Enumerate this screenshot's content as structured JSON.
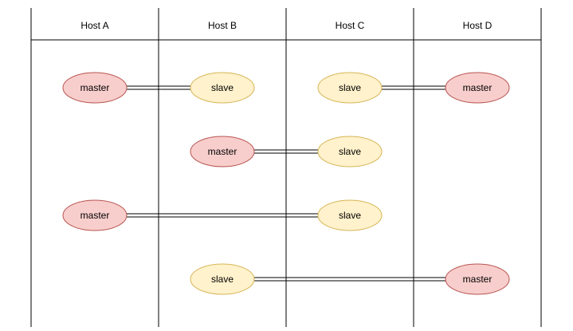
{
  "colors": {
    "master_fill": "#f8cecc",
    "master_stroke": "#b85450",
    "slave_fill": "#fff2cc",
    "slave_stroke": "#d6b656",
    "line": "#000000",
    "background": "#ffffff"
  },
  "hosts": [
    {
      "id": "A",
      "label": "Host A"
    },
    {
      "id": "B",
      "label": "Host B"
    },
    {
      "id": "C",
      "label": "Host C"
    },
    {
      "id": "D",
      "label": "Host D"
    }
  ],
  "rows": [
    {
      "nodes": [
        {
          "host": "A",
          "role": "master",
          "label": "master"
        },
        {
          "host": "B",
          "role": "slave",
          "label": "slave"
        }
      ],
      "links": [
        [
          "A",
          "B"
        ]
      ]
    },
    {
      "nodes": [
        {
          "host": "C",
          "role": "slave",
          "label": "slave"
        },
        {
          "host": "D",
          "role": "master",
          "label": "master"
        }
      ],
      "links": [
        [
          "C",
          "D"
        ]
      ]
    },
    {
      "nodes": [
        {
          "host": "B",
          "role": "master",
          "label": "master"
        },
        {
          "host": "C",
          "role": "slave",
          "label": "slave"
        }
      ],
      "links": [
        [
          "B",
          "C"
        ]
      ]
    },
    {
      "nodes": [
        {
          "host": "A",
          "role": "master",
          "label": "master"
        },
        {
          "host": "C",
          "role": "slave",
          "label": "slave"
        }
      ],
      "links": [
        [
          "A",
          "C"
        ]
      ]
    },
    {
      "nodes": [
        {
          "host": "B",
          "role": "slave",
          "label": "slave"
        },
        {
          "host": "D",
          "role": "master",
          "label": "master"
        }
      ],
      "links": [
        [
          "B",
          "D"
        ]
      ]
    }
  ]
}
